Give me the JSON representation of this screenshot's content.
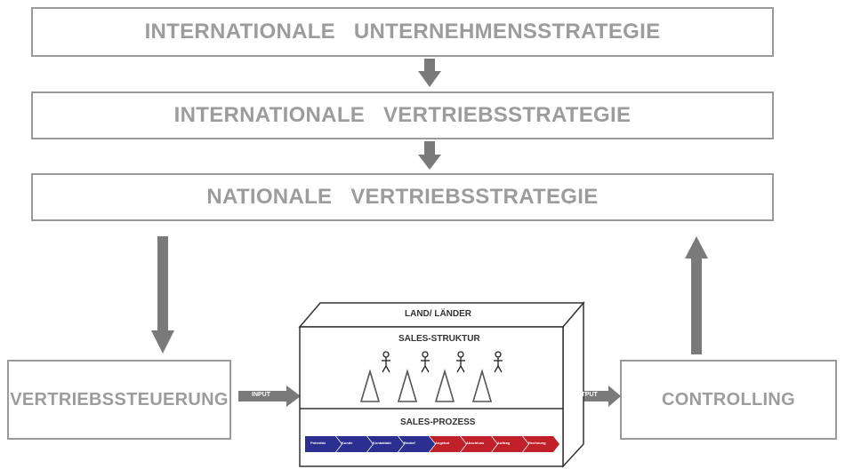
{
  "strategy": {
    "level1": "INTERNATIONALE   UNTERNEHMENSSTRATEGIE",
    "level2": "INTERNATIONALE   VERTRIEBSSTRATEGIE",
    "level3": "NATIONALE   VERTRIEBSSTRATEGIE"
  },
  "left_box": "VERTRIEBSSTEUERUNG",
  "right_box": "CONTROLLING",
  "input_label": "INPUT",
  "output_label": "OUTPUT",
  "cube": {
    "top_label": "LAND/ LÄNDER",
    "structure_label": "SALES-STRUKTUR",
    "process_label": "SALES-PROZESS",
    "process_steps": [
      {
        "label": "Potential",
        "color": "#2b2f8f"
      },
      {
        "label": "Kunde",
        "color": "#2b2f8f"
      },
      {
        "label": "Kontaktakt",
        "color": "#2b2f8f"
      },
      {
        "label": "Bedarf",
        "color": "#2b2f8f"
      },
      {
        "label": "Angebot",
        "color": "#c0202a"
      },
      {
        "label": "Abschluss",
        "color": "#c0202a"
      },
      {
        "label": "Auftrag",
        "color": "#c0202a"
      },
      {
        "label": "Rechnung",
        "color": "#c0202a"
      }
    ]
  },
  "colors": {
    "arrow": "#7a7a7a",
    "box_border": "#9a9a9a",
    "text": "#9c9c9c"
  }
}
